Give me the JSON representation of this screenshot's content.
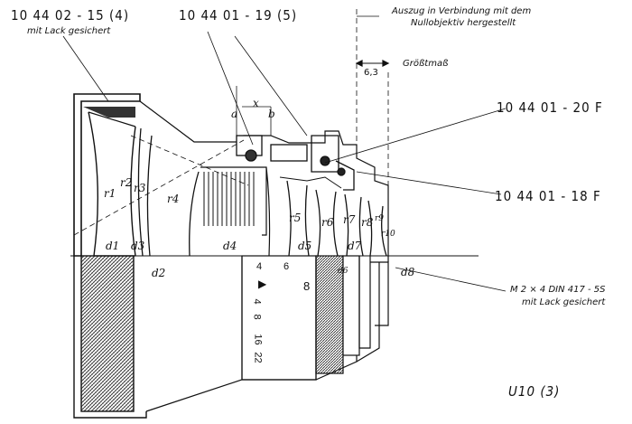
{
  "part_numbers": {
    "top_left": "10 44 02 - 15 (4)",
    "top_middle": "10 44 01 - 19 (5)",
    "right_upper": "10 44 01 - 20 F",
    "right_lower": "10 44 01 - 18 F"
  },
  "notes": {
    "lacquer_secured": "mit Lack gesichert",
    "extension_line1": "Auszug in Verbindung mit dem",
    "extension_line2": "Nullobjektiv hergestellt",
    "max_size": "Größtmaß",
    "dimension_value": "6,3",
    "screw_spec": "M 2 × 4  DIN 417 - 5S",
    "screw_note": "mit Lack gesichert",
    "drawing_id": "U10 (3)"
  },
  "radii": [
    "r1",
    "r2",
    "r3",
    "r4",
    "r5",
    "r6",
    "r7",
    "r8",
    "r9",
    "r10"
  ],
  "thicknesses": [
    "d1",
    "d2",
    "d3",
    "d4",
    "d5",
    "d6",
    "d7",
    "d8"
  ],
  "focus_scale": [
    "4",
    "6",
    "8",
    "4",
    "8",
    "16",
    "22"
  ],
  "dim_marks": {
    "a": "a",
    "x": "x",
    "b": "b"
  }
}
